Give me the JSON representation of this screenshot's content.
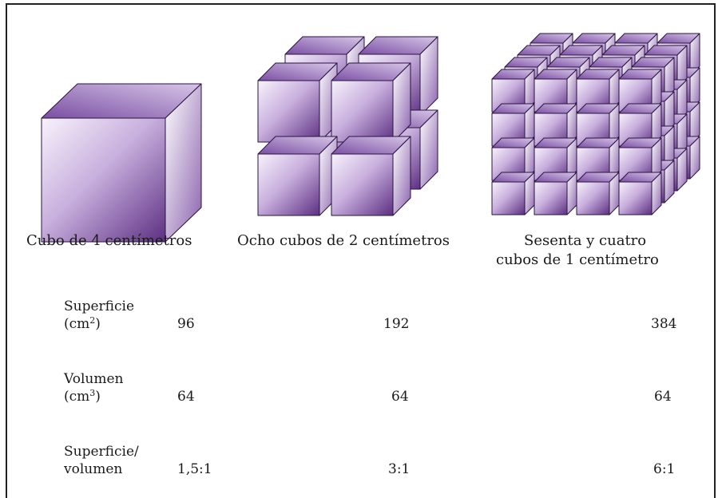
{
  "cubes": [
    {
      "caption": "Cubo de 4 centímetros"
    },
    {
      "caption": "Ocho cubos de 2 centímetros"
    },
    {
      "caption_line1": "Sesenta y cuatro",
      "caption_line2": "cubos de 1 centímetro"
    }
  ],
  "rows": [
    {
      "label_line1": "Superficie",
      "label_prefix": "(cm",
      "label_sup": "2",
      "label_suffix": ")",
      "values": [
        "96",
        "192",
        "384"
      ]
    },
    {
      "label_line1": "Volumen",
      "label_prefix": "(cm",
      "label_sup": "3",
      "label_suffix": ")",
      "values": [
        "64",
        "64",
        "64"
      ]
    },
    {
      "label_line1": "Superficie/",
      "label_line2": "volumen",
      "values": [
        "1,5:1",
        "3:1",
        "6:1"
      ]
    }
  ],
  "colors": {
    "cube_light": "#f4eefa",
    "cube_mid": "#a27dc4",
    "cube_dark": "#4f2571",
    "edge": "#2a1440"
  }
}
